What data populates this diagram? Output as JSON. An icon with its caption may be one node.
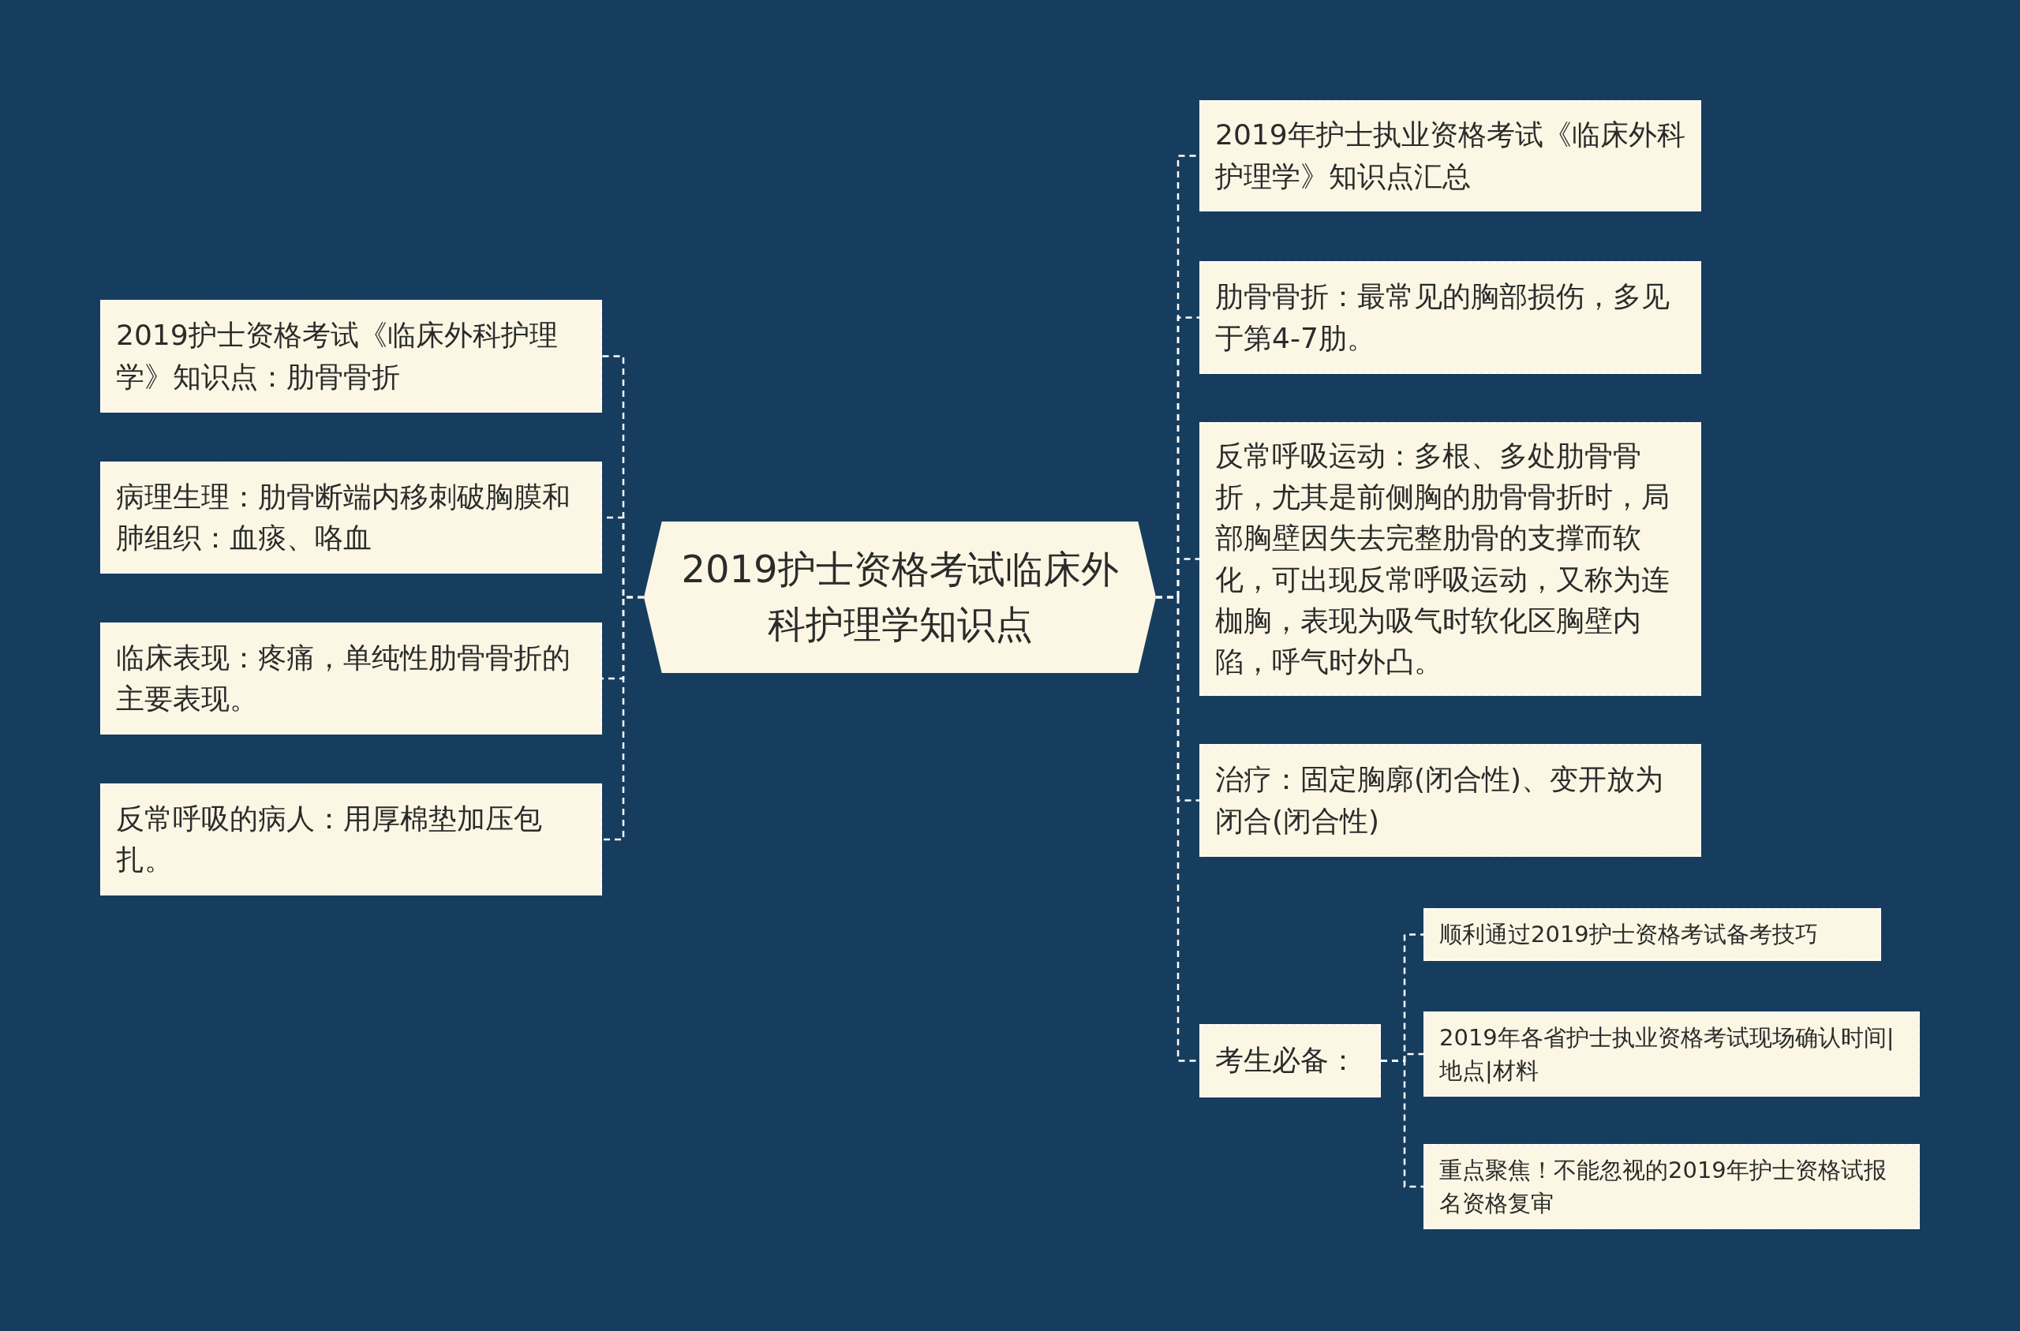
{
  "diagram": {
    "nodes": [
      {
        "text": [
          "2019护士资格考试临床外科护理学知识点"
        ]
      },
      {
        "text": [
          "2019护士资格考试《临床外科护理学》知识点：肋骨骨折"
        ]
      },
      {
        "text": [
          "病理生理：肋骨断端内移刺破胸膜和肺组织：血痰、咯血"
        ]
      },
      {
        "text": [
          "临床表现：疼痛，单纯性肋骨骨折的主要表现。"
        ]
      },
      {
        "text": [
          "反常呼吸的病人：用厚棉垫加压包扎。"
        ]
      },
      {
        "text": [
          "2019年护士执业资格考试《临床外科护理学》知识点汇总"
        ]
      },
      {
        "text": [
          "肋骨骨折：最常见的胸部损伤，多见于第4-7肋。"
        ]
      },
      {
        "text": [
          "反常呼吸运动：多根、多处肋骨骨折，尤其是前侧胸的肋骨骨折时，局部胸壁因失去完整肋骨的支撑而软化，可出现反常呼吸运动，又称为连枷胸，表现为吸气时软化区胸壁内陷，呼气时外凸。"
        ]
      },
      {
        "text": [
          "治疗：固定胸廓(闭合性)、变开放为闭合(闭合性)"
        ]
      },
      {
        "text": [
          "考生必备："
        ]
      },
      {
        "text": [
          "顺利通过2019护士资格考试备考技巧"
        ]
      },
      {
        "text": [
          "2019年各省护士执业资格考试现场确认时间|地点|材料"
        ]
      },
      {
        "text": [
          "重点聚焦！不能忽视的2019年护士资格试报名资格复审"
        ]
      }
    ],
    "edges": [
      {
        "from": 0,
        "to": 1,
        "arrow": "none"
      },
      {
        "from": 0,
        "to": 2,
        "arrow": "none"
      },
      {
        "from": 0,
        "to": 3,
        "arrow": "none"
      },
      {
        "from": 0,
        "to": 4,
        "arrow": "none"
      },
      {
        "from": 0,
        "to": 5,
        "arrow": "none"
      },
      {
        "from": 0,
        "to": 6,
        "arrow": "none"
      },
      {
        "from": 0,
        "to": 7,
        "arrow": "none"
      },
      {
        "from": 0,
        "to": 8,
        "arrow": "none"
      },
      {
        "from": 0,
        "to": 9,
        "arrow": "none"
      },
      {
        "from": 9,
        "to": 10,
        "arrow": "none"
      },
      {
        "from": 9,
        "to": 11,
        "arrow": "none"
      },
      {
        "from": 9,
        "to": 12,
        "arrow": "none"
      }
    ]
  }
}
